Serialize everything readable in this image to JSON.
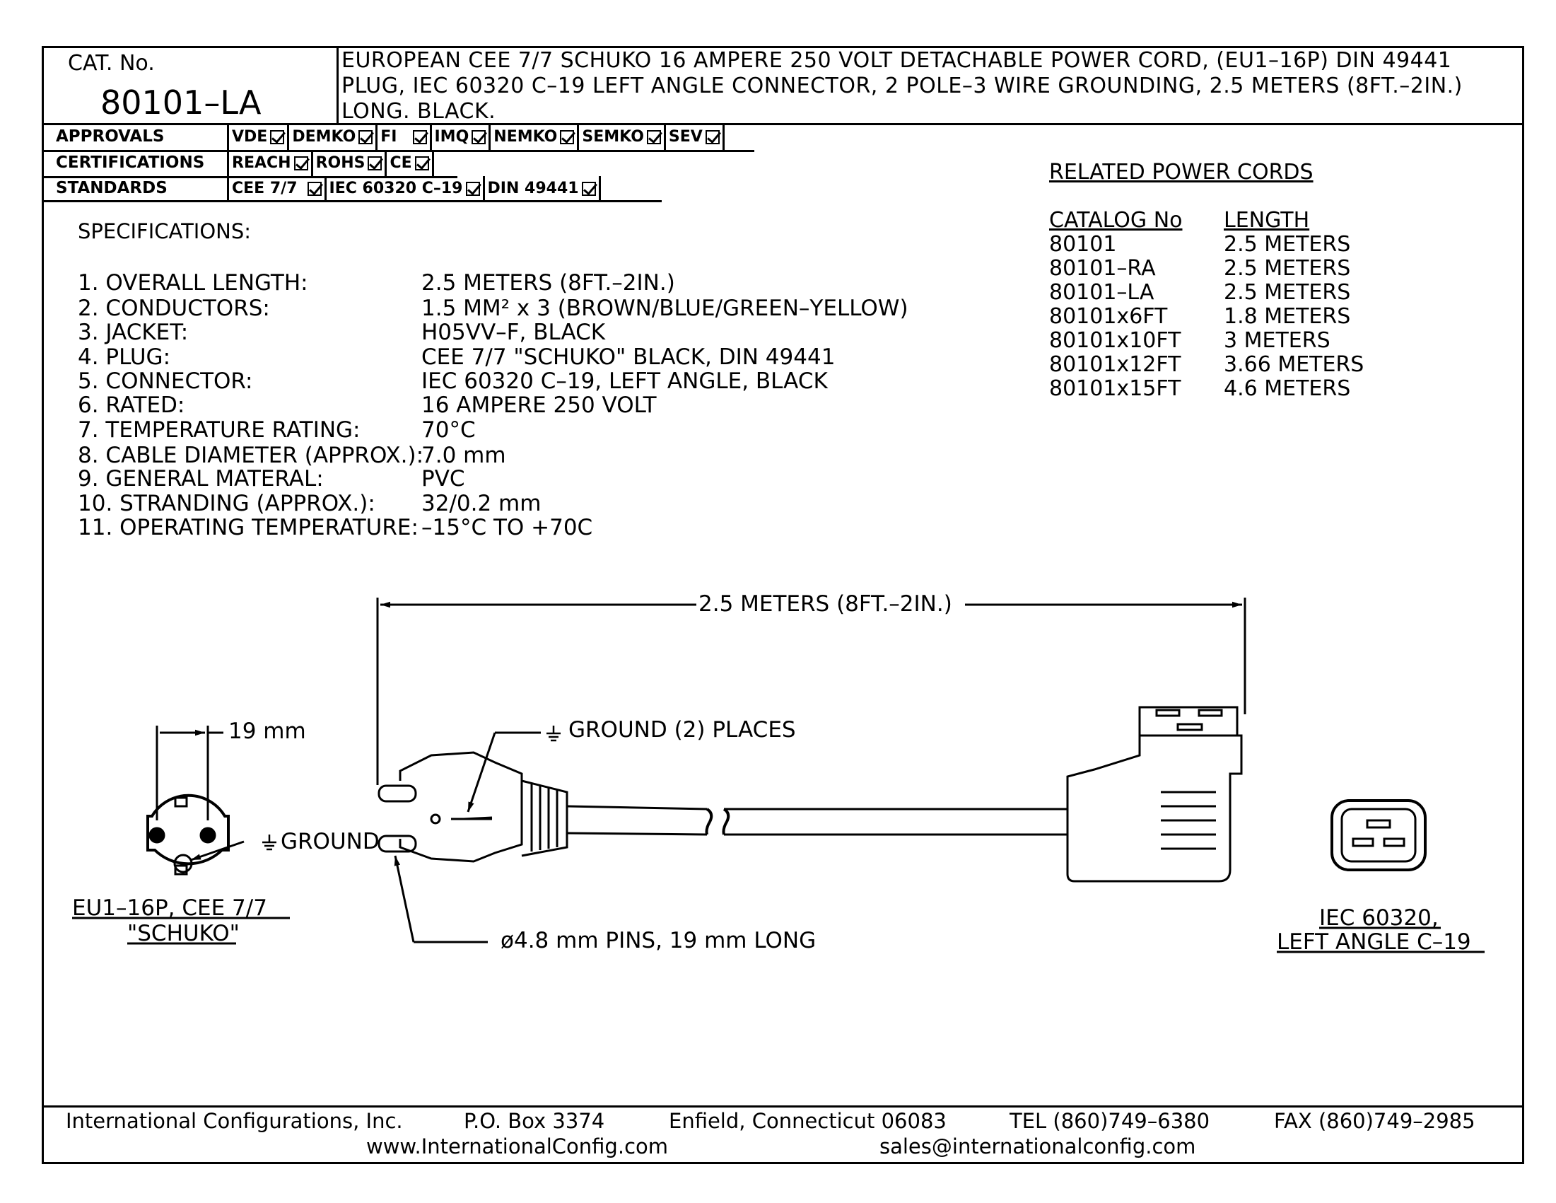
{
  "header": {
    "cat_label": "CAT. No.",
    "cat_number": "80101–LA",
    "title_lines": [
      "EUROPEAN CEE 7/7 SCHUKO 16 AMPERE 250 VOLT DETACHABLE POWER CORD, (EU1–16P) DIN 49441",
      "PLUG, IEC 60320 C–19 LEFT ANGLE CONNECTOR, 2 POLE–3 WIRE GROUNDING, 2.5 METERS (8FT.–2IN.)",
      "LONG. BLACK."
    ]
  },
  "compliance": {
    "approvals": {
      "label": "APPROVALS",
      "items": [
        "VDE",
        "DEMKO",
        "FI",
        "IMQ",
        "NEMKO",
        "SEMKO",
        "SEV"
      ]
    },
    "certifications": {
      "label": "CERTIFICATIONS",
      "items": [
        "REACH",
        "ROHS",
        "CE"
      ]
    },
    "standards": {
      "label": "STANDARDS",
      "items": [
        "CEE 7/7",
        "IEC 60320 C–19",
        "DIN 49441"
      ]
    }
  },
  "specifications": {
    "heading": "SPECIFICATIONS:",
    "rows": [
      {
        "label": "1. OVERALL LENGTH:",
        "value": "2.5 METERS (8FT.–2IN.)"
      },
      {
        "label": "2. CONDUCTORS:",
        "value": "1.5 MM² x 3 (BROWN/BLUE/GREEN–YELLOW)"
      },
      {
        "label": "3. JACKET:",
        "value": "H05VV–F, BLACK"
      },
      {
        "label": "4. PLUG:",
        "value": "CEE 7/7 \"SCHUKO\" BLACK, DIN 49441"
      },
      {
        "label": "5. CONNECTOR:",
        "value": "IEC 60320 C–19, LEFT ANGLE, BLACK"
      },
      {
        "label": "6. RATED:",
        "value": "16 AMPERE 250 VOLT"
      },
      {
        "label": "7. TEMPERATURE RATING:",
        "value": "70°C"
      },
      {
        "label": "8. CABLE DIAMETER (APPROX.):",
        "value": "7.0 mm"
      },
      {
        "label": "9. GENERAL MATERAL:",
        "value": "PVC"
      },
      {
        "label": "10. STRANDING (APPROX.):",
        "value": "32/0.2 mm"
      },
      {
        "label": "11. OPERATING TEMPERATURE:",
        "value": "–15°C TO +70C"
      }
    ]
  },
  "related_cords": {
    "title": "RELATED POWER CORDS",
    "col_catalog": "CATALOG No",
    "col_length": "LENGTH",
    "rows": [
      {
        "catalog": "80101",
        "length": "2.5 METERS"
      },
      {
        "catalog": "80101–RA",
        "length": "2.5 METERS"
      },
      {
        "catalog": "80101–LA",
        "length": "2.5 METERS"
      },
      {
        "catalog": "80101x6FT",
        "length": "1.8 METERS"
      },
      {
        "catalog": "80101x10FT",
        "length": "3 METERS"
      },
      {
        "catalog": "80101x12FT",
        "length": "3.66 METERS"
      },
      {
        "catalog": "80101x15FT",
        "length": "4.6 METERS"
      }
    ]
  },
  "diagram": {
    "overall_dimension": "2.5 METERS (8FT.–2IN.)",
    "pin_spacing": "19 mm",
    "ground_label": "GROUND",
    "ground_places": "GROUND (2) PLACES",
    "pins_note": "ø4.8 mm PINS, 19 mm LONG",
    "plug_caption_1": "EU1–16P, CEE 7/7",
    "plug_caption_2": "\"SCHUKO\"",
    "connector_caption_1": "IEC 60320,",
    "connector_caption_2": "LEFT ANGLE C–19"
  },
  "footer": {
    "company": "International Configurations, Inc.",
    "po_box": "P.O. Box 3374",
    "city": "Enfield, Connecticut 06083",
    "tel": "TEL (860)749–6380",
    "fax": "FAX (860)749–2985",
    "web": "www.InternationalConfig.com",
    "email": "sales@internationalconfig.com"
  }
}
